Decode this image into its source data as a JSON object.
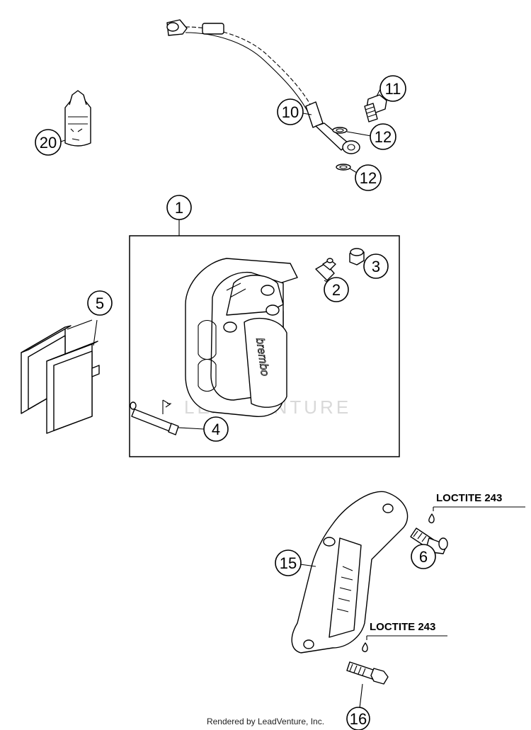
{
  "callouts": {
    "c1": "1",
    "c2": "2",
    "c3": "3",
    "c4": "4",
    "c5": "5",
    "c6": "6",
    "c10": "10",
    "c11": "11",
    "c12a": "12",
    "c12b": "12",
    "c15": "15",
    "c16": "16",
    "c20": "20"
  },
  "annotations": {
    "loctite_top": "LOCTITE 243",
    "loctite_bottom": "LOCTITE 243"
  },
  "watermark": "LEADVENTURE",
  "footer": "Rendered by LeadVenture, Inc."
}
